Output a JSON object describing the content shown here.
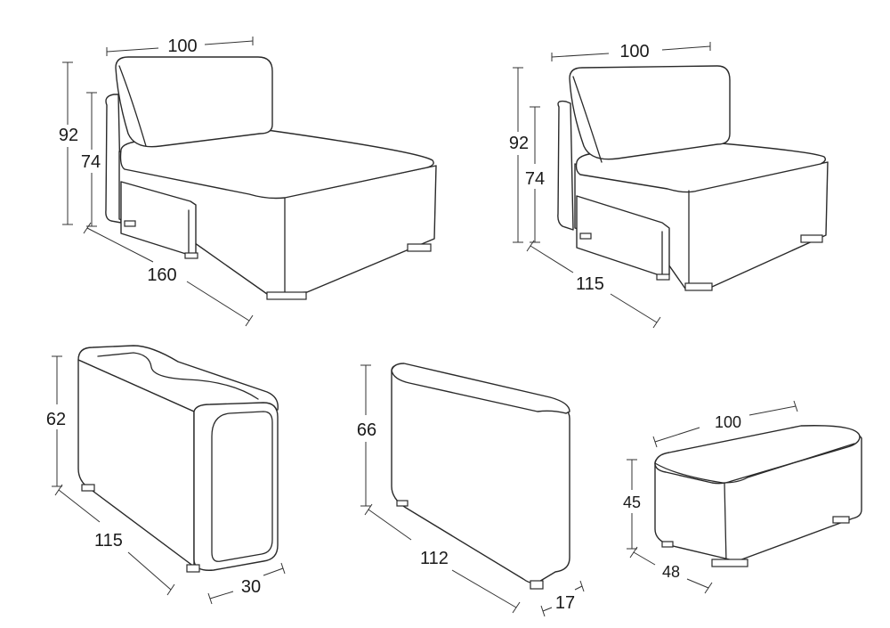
{
  "colors": {
    "line": "#2a2a2a",
    "background": "#ffffff"
  },
  "modules": {
    "chair_long": {
      "width": "100",
      "height": "92",
      "seat_height": "74",
      "depth": "160"
    },
    "chair_short": {
      "width": "100",
      "height": "92",
      "seat_height": "74",
      "depth": "115"
    },
    "armrest": {
      "height": "62",
      "length": "115",
      "thickness": "30"
    },
    "backrest": {
      "height": "66",
      "length": "112",
      "thickness": "17"
    },
    "ottoman": {
      "width": "100",
      "height": "45",
      "depth": "48"
    }
  }
}
